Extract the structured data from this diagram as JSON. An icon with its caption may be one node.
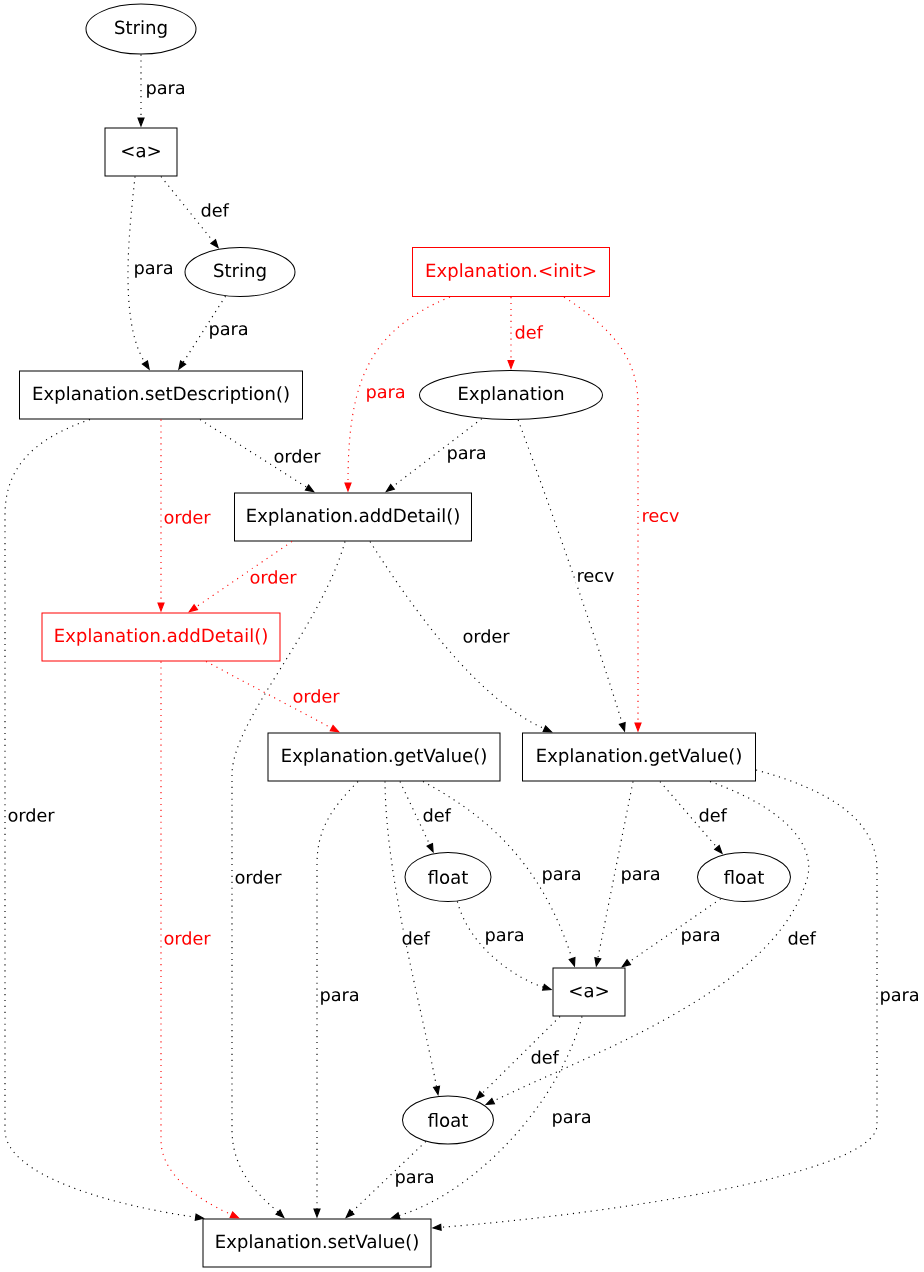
{
  "diagram": {
    "nodes": [
      {
        "text": [
          "String"
        ]
      },
      {
        "text": [
          "<a>"
        ]
      },
      {
        "text": [
          "String"
        ]
      },
      {
        "text": [
          "Explanation.<init>"
        ]
      },
      {
        "text": [
          "Explanation.setDescription()"
        ]
      },
      {
        "text": [
          "Explanation"
        ]
      },
      {
        "text": [
          "Explanation.addDetail()"
        ]
      },
      {
        "text": [
          "Explanation.addDetail()"
        ]
      },
      {
        "text": [
          "Explanation.getValue()"
        ]
      },
      {
        "text": [
          "Explanation.getValue()"
        ]
      },
      {
        "text": [
          "float"
        ]
      },
      {
        "text": [
          "float"
        ]
      },
      {
        "text": [
          "<a>"
        ]
      },
      {
        "text": [
          "float"
        ]
      },
      {
        "text": [
          "Explanation.setValue()"
        ]
      }
    ],
    "edges": [
      {
        "from": 0,
        "to": 1,
        "arrow": "to",
        "label": "para"
      },
      {
        "from": 1,
        "to": 4,
        "arrow": "to",
        "label": "para"
      },
      {
        "from": 1,
        "to": 2,
        "arrow": "to",
        "label": "def"
      },
      {
        "from": 2,
        "to": 4,
        "arrow": "to",
        "label": "para"
      },
      {
        "from": 3,
        "to": 6,
        "arrow": "to",
        "label": "para",
        "color": "#ff0000"
      },
      {
        "from": 3,
        "to": 5,
        "arrow": "to",
        "label": "def",
        "color": "#ff0000"
      },
      {
        "from": 3,
        "to": 9,
        "arrow": "to",
        "label": "recv",
        "color": "#ff0000"
      },
      {
        "from": 4,
        "to": 14,
        "arrow": "to",
        "label": "order"
      },
      {
        "from": 4,
        "to": 7,
        "arrow": "to",
        "label": "order",
        "color": "#ff0000"
      },
      {
        "from": 4,
        "to": 6,
        "arrow": "to",
        "label": "order"
      },
      {
        "from": 5,
        "to": 6,
        "arrow": "to",
        "label": "para"
      },
      {
        "from": 5,
        "to": 9,
        "arrow": "to",
        "label": "recv"
      },
      {
        "from": 6,
        "to": 7,
        "arrow": "to",
        "label": "order",
        "color": "#ff0000"
      },
      {
        "from": 6,
        "to": 14,
        "arrow": "to",
        "label": "order"
      },
      {
        "from": 6,
        "to": 9,
        "arrow": "to",
        "label": "order"
      },
      {
        "from": 7,
        "to": 8,
        "arrow": "to",
        "label": "order",
        "color": "#ff0000"
      },
      {
        "from": 7,
        "to": 14,
        "arrow": "to",
        "label": "order",
        "color": "#ff0000"
      },
      {
        "from": 8,
        "to": 14,
        "arrow": "to",
        "label": "para"
      },
      {
        "from": 8,
        "to": 13,
        "arrow": "to",
        "label": "def"
      },
      {
        "from": 8,
        "to": 10,
        "arrow": "to",
        "label": "def"
      },
      {
        "from": 8,
        "to": 12,
        "arrow": "to",
        "label": "para"
      },
      {
        "from": 9,
        "to": 12,
        "arrow": "to",
        "label": "para"
      },
      {
        "from": 9,
        "to": 11,
        "arrow": "to",
        "label": "def"
      },
      {
        "from": 9,
        "to": 13,
        "arrow": "to",
        "label": "def"
      },
      {
        "from": 9,
        "to": 14,
        "arrow": "to",
        "label": "para"
      },
      {
        "from": 10,
        "to": 12,
        "arrow": "to",
        "label": "para"
      },
      {
        "from": 11,
        "to": 12,
        "arrow": "to",
        "label": "para"
      },
      {
        "from": 12,
        "to": 13,
        "arrow": "to",
        "label": "def"
      },
      {
        "from": 12,
        "to": 14,
        "arrow": "to",
        "label": "para"
      },
      {
        "from": 13,
        "to": 14,
        "arrow": "to",
        "label": "para"
      }
    ]
  }
}
